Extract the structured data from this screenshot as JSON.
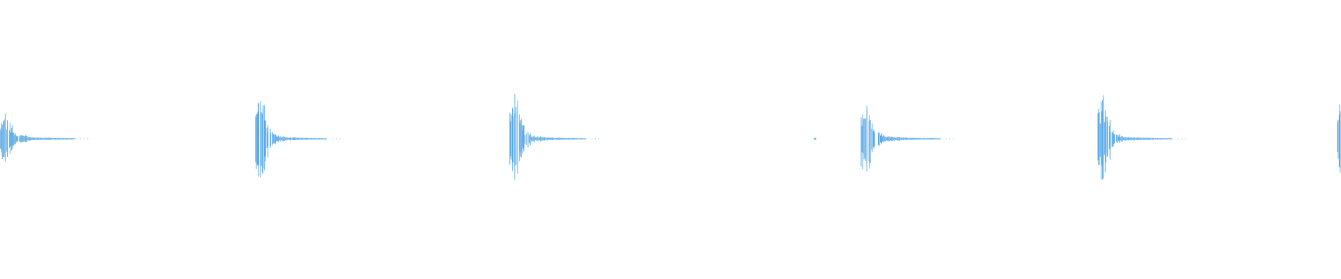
{
  "waveform": {
    "color": "#5aa9e6",
    "background": "#ffffff",
    "bursts": [
      {
        "peak": 0.48,
        "tail": 0.58,
        "dense": 1.0,
        "seed": 3
      },
      {
        "peak": 0.82,
        "tail": 0.52,
        "dense": 0.85,
        "seed": 11
      },
      {
        "peak": 0.88,
        "tail": 0.6,
        "dense": 0.9,
        "seed": 19
      },
      {
        "peak": 0.03,
        "tail": 0.0,
        "dense": 0.1,
        "seed": 27
      },
      {
        "peak": 0.71,
        "tail": 0.65,
        "dense": 0.9,
        "seed": 35
      },
      {
        "peak": 0.78,
        "tail": 0.57,
        "dense": 0.85,
        "seed": 43
      },
      {
        "peak": 0.74,
        "tail": 0.05,
        "dense": 0.6,
        "seed": 51
      }
    ]
  }
}
